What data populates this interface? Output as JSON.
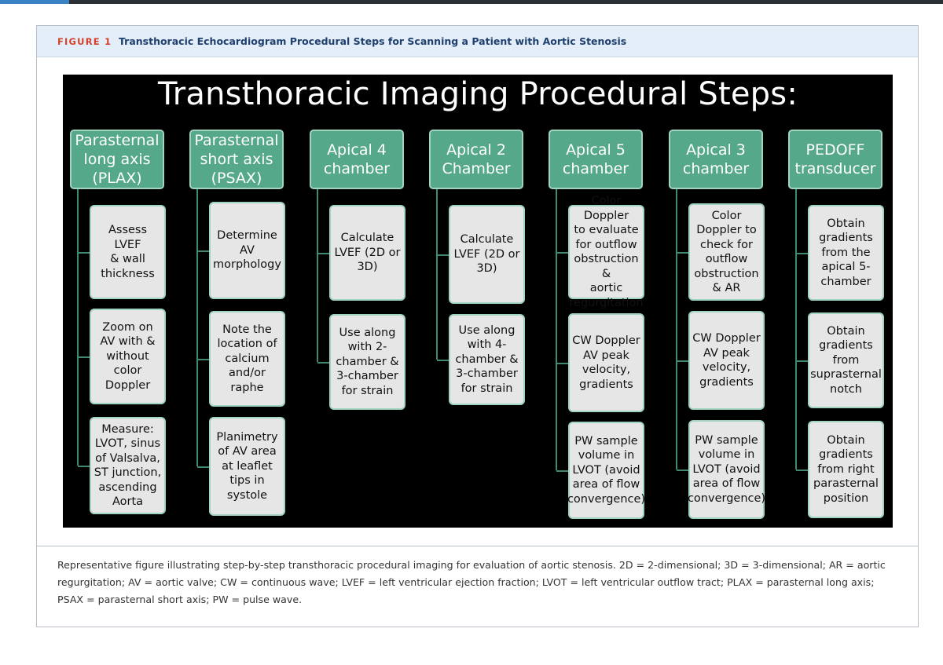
{
  "figure": {
    "label": "FIGURE 1",
    "title": "Transthoracic Echocardiogram Procedural Steps for Scanning a Patient with Aortic Stenosis"
  },
  "diagram": {
    "title": "Transthoracic Imaging Procedural Steps:",
    "columns": [
      {
        "header": "Parasternal\nlong axis\n(PLAX)",
        "steps": [
          "Assess LVEF\n& wall\nthickness",
          "Zoom on\nAV with &\nwithout\ncolor\nDoppler",
          "Measure:\nLVOT, sinus\nof Valsalva,\nST junction,\nascending\nAorta"
        ]
      },
      {
        "header": "Parasternal\nshort axis\n(PSAX)",
        "steps": [
          "Determine\nAV\nmorphology",
          "Note the\nlocation of\ncalcium\nand/or\nraphe",
          "Planimetry\nof AV area\nat leaflet\ntips in\nsystole"
        ]
      },
      {
        "header": "Apical 4\nchamber",
        "steps": [
          "Calculate\nLVEF (2D or\n3D)",
          "Use along\nwith 2-\nchamber &\n3-chamber\nfor strain"
        ]
      },
      {
        "header": "Apical 2\nChamber",
        "steps": [
          "Calculate\nLVEF (2D or\n3D)",
          "Use along\nwith 4-\nchamber &\n3-chamber\nfor strain"
        ]
      },
      {
        "header": "Apical 5\nchamber",
        "steps": [
          "Color Doppler\nto evaluate\nfor outflow\nobstruction &\naortic\nregurgitation",
          "CW Doppler\nAV peak\nvelocity,\ngradients",
          "PW sample\nvolume in\nLVOT (avoid\narea of flow\nconvergence)"
        ]
      },
      {
        "header": "Apical 3\nchamber",
        "steps": [
          "Color\nDoppler to\ncheck for\noutflow\nobstruction\n& AR",
          "CW Doppler\nAV peak\nvelocity,\ngradients",
          "PW sample\nvolume in\nLVOT (avoid\narea of flow\nconvergence)"
        ]
      },
      {
        "header": "PEDOFF\ntransducer",
        "steps": [
          "Obtain\ngradients\nfrom the\napical 5-\nchamber",
          "Obtain\ngradients\nfrom\nsuprasternal\nnotch",
          "Obtain\ngradients\nfrom right\nparasternal\nposition"
        ]
      }
    ]
  },
  "caption": "Representative figure illustrating step-by-step transthoracic procedural imaging for evaluation of aortic stenosis. 2D = 2-dimensional; 3D = 3-dimensional; AR = aortic regurgitation; AV = aortic valve; CW = continuous wave; LVEF = left ventricular ejection fraction; LVOT = left ventricular outflow tract; PLAX = parasternal long axis; PSAX = parasternal short axis; PW = pulse wave.",
  "colors": {
    "header_fill": "#55a98a",
    "box_fill": "#e6e6e6",
    "panel_background": "#000000",
    "figure_label": "#d4412b",
    "figure_title": "#1f3f6e"
  }
}
